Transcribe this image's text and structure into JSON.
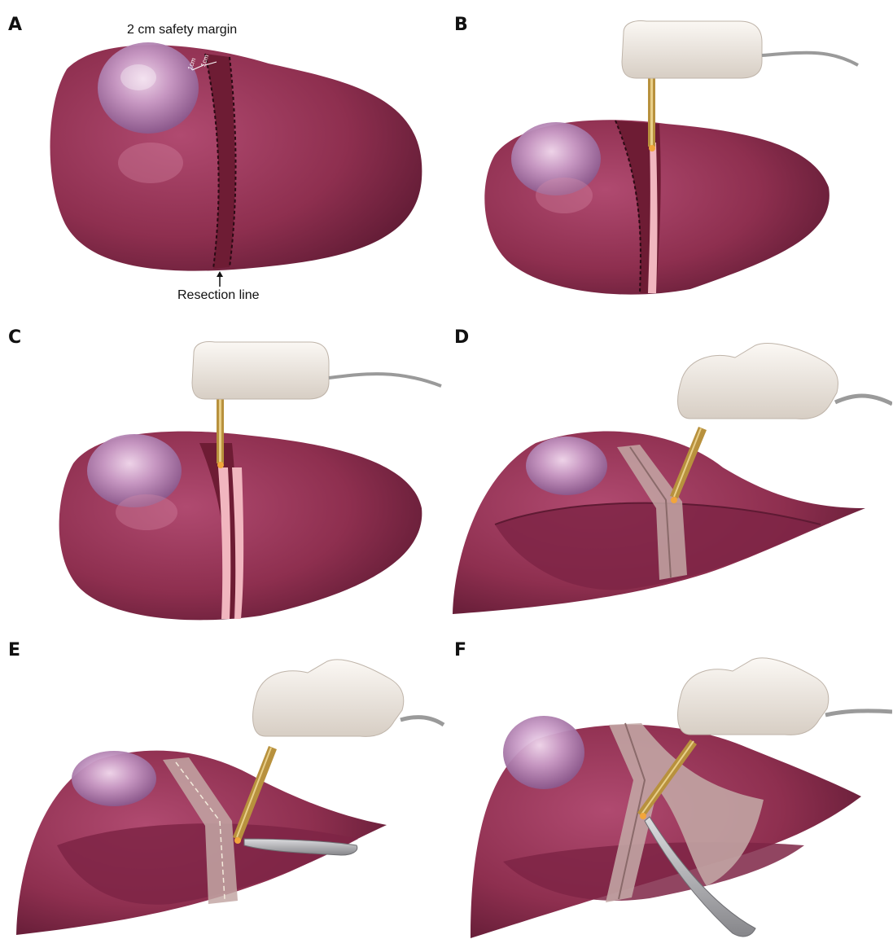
{
  "panels": [
    {
      "label": "A",
      "annotation_top": "2 cm safety margin",
      "annotation_bottom": "Resection line",
      "small_marks": [
        "1cm",
        "1cm"
      ]
    },
    {
      "label": "B"
    },
    {
      "label": "C"
    },
    {
      "label": "D"
    },
    {
      "label": "E"
    },
    {
      "label": "F"
    }
  ],
  "colors": {
    "liver": "#8e2f4f",
    "liver_dark": "#5e1a33",
    "liver_light": "#b55377",
    "tumor": "#b583b8",
    "device": "#ece6df",
    "probe": "#b8913d",
    "margin_band": "#f1b6bf",
    "resected_plane": "#c3a7a5",
    "scalpel": "#a9a9ad"
  }
}
